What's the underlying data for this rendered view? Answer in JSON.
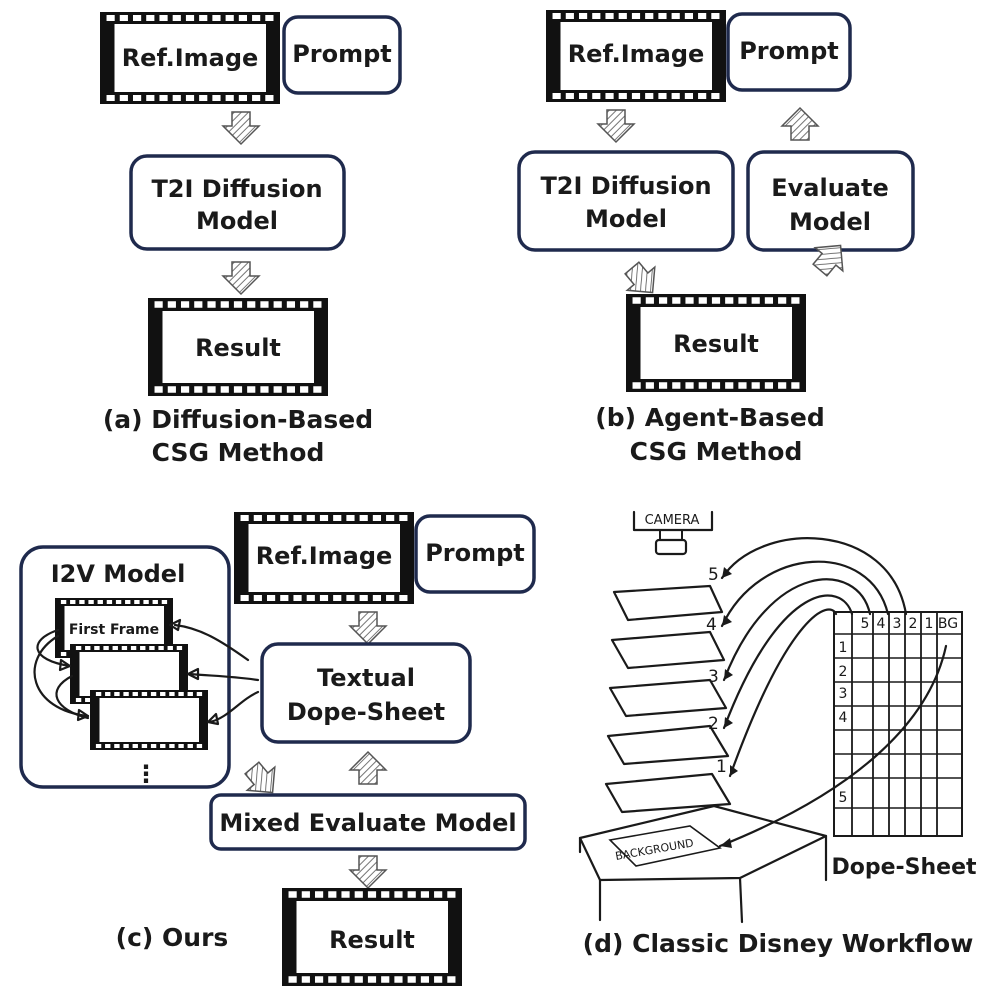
{
  "panel_a": {
    "ref_image": "Ref.Image",
    "prompt": "Prompt",
    "model_line1": "T2I Diffusion",
    "model_line2": "Model",
    "result": "Result",
    "caption_line1": "(a) Diffusion-Based",
    "caption_line2": "CSG Method"
  },
  "panel_b": {
    "ref_image": "Ref.Image",
    "prompt": "Prompt",
    "model_line1": "T2I Diffusion",
    "model_line2": "Model",
    "eval_line1": "Evaluate",
    "eval_line2": "Model",
    "result": "Result",
    "caption_line1": "(b) Agent-Based",
    "caption_line2": "CSG Method"
  },
  "panel_c": {
    "i2v_title": "I2V Model",
    "first_frame": "First Frame",
    "ellipsis": "⋮",
    "ref_image": "Ref.Image",
    "prompt": "Prompt",
    "dope_line1": "Textual",
    "dope_line2": "Dope-Sheet",
    "mixed_eval": "Mixed Evaluate Model",
    "result": "Result",
    "caption": "(c) Ours"
  },
  "panel_d": {
    "camera": "CAMERA",
    "layers": [
      "5",
      "4",
      "3",
      "2",
      "1"
    ],
    "background": "BACKGROUND",
    "sheet_cols": [
      "5",
      "4",
      "3",
      "2",
      "1",
      "BG"
    ],
    "sheet_rows": [
      "1",
      "2",
      "3",
      "4",
      "5"
    ],
    "sheet_label": "Dope-Sheet",
    "caption": "(d) Classic Disney Workflow"
  },
  "colors": {
    "box_border": "#1f2a4d",
    "ink": "#1a1a1a"
  }
}
